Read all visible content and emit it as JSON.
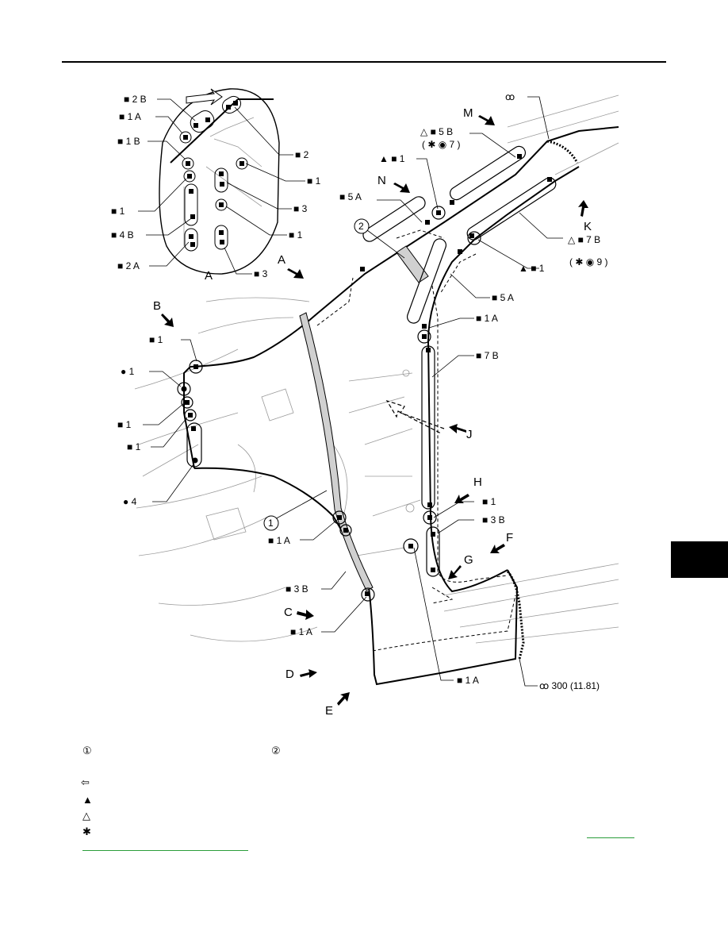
{
  "detail_view": {
    "labels": {
      "l2b": "■ 2 B",
      "l1a": "■ 1 A",
      "l1b": "■ 1 B",
      "l1": "■ 1",
      "l4b": "■ 4 B",
      "l2a": "■ 2 A",
      "r2": "■ 2",
      "r1": "■ 1",
      "r3a": "■ 3",
      "r1b": "■ 1",
      "r3b": "■ 3"
    },
    "caption": "A"
  },
  "top_labels": {
    "coil_top": "ꝏ",
    "m_arrow": "M",
    "t5b": "△ ■ 5 B",
    "t5b_sub": "( ✱ ◉ 7 )",
    "tri1": "▲ ■ 1",
    "n_arrow": "N",
    "s5a": "■ 5 A",
    "circ2": "2",
    "k_arrow": "K",
    "t7b": "△ ■ 7 B",
    "t7b_sub": "( ✱ ◉ 9 )",
    "tri1b": "▲ ■ 1",
    "a_arrow": "A",
    "s5a_b": "■ 5 A"
  },
  "main_labels": {
    "b_arrow": "B",
    "b1": "■ 1",
    "dot1": "● 1",
    "sq1a": "■ 1",
    "sq1b": "■ 1",
    "dot4": "● 4",
    "s1a_r": "■ 1 A",
    "s7b": "■ 7 B",
    "j_arrow": "J",
    "h_arrow": "H",
    "h1": "■ 1",
    "s3b_r": "■ 3 B",
    "f_arrow": "F",
    "g_arrow": "G",
    "circ1": "1",
    "s1a_l": "■ 1 A",
    "s3b_l": "■ 3 B",
    "c_arrow": "C",
    "s1a_c": "■ 1 A",
    "d_arrow": "D",
    "e_arrow": "E",
    "s1a_bottom": "■ 1 A",
    "coil_bottom": "ꝏ 300 (11.81)"
  },
  "legend": {
    "item1_symbol": "①",
    "item2_symbol": "②",
    "arrow_symbol": "⇦",
    "filled_tri": "▲",
    "open_tri": "△",
    "asterisk": "✱"
  },
  "colors": {
    "link": "#2a9d3a",
    "line": "#000000",
    "faint": "#9a9a9a"
  }
}
